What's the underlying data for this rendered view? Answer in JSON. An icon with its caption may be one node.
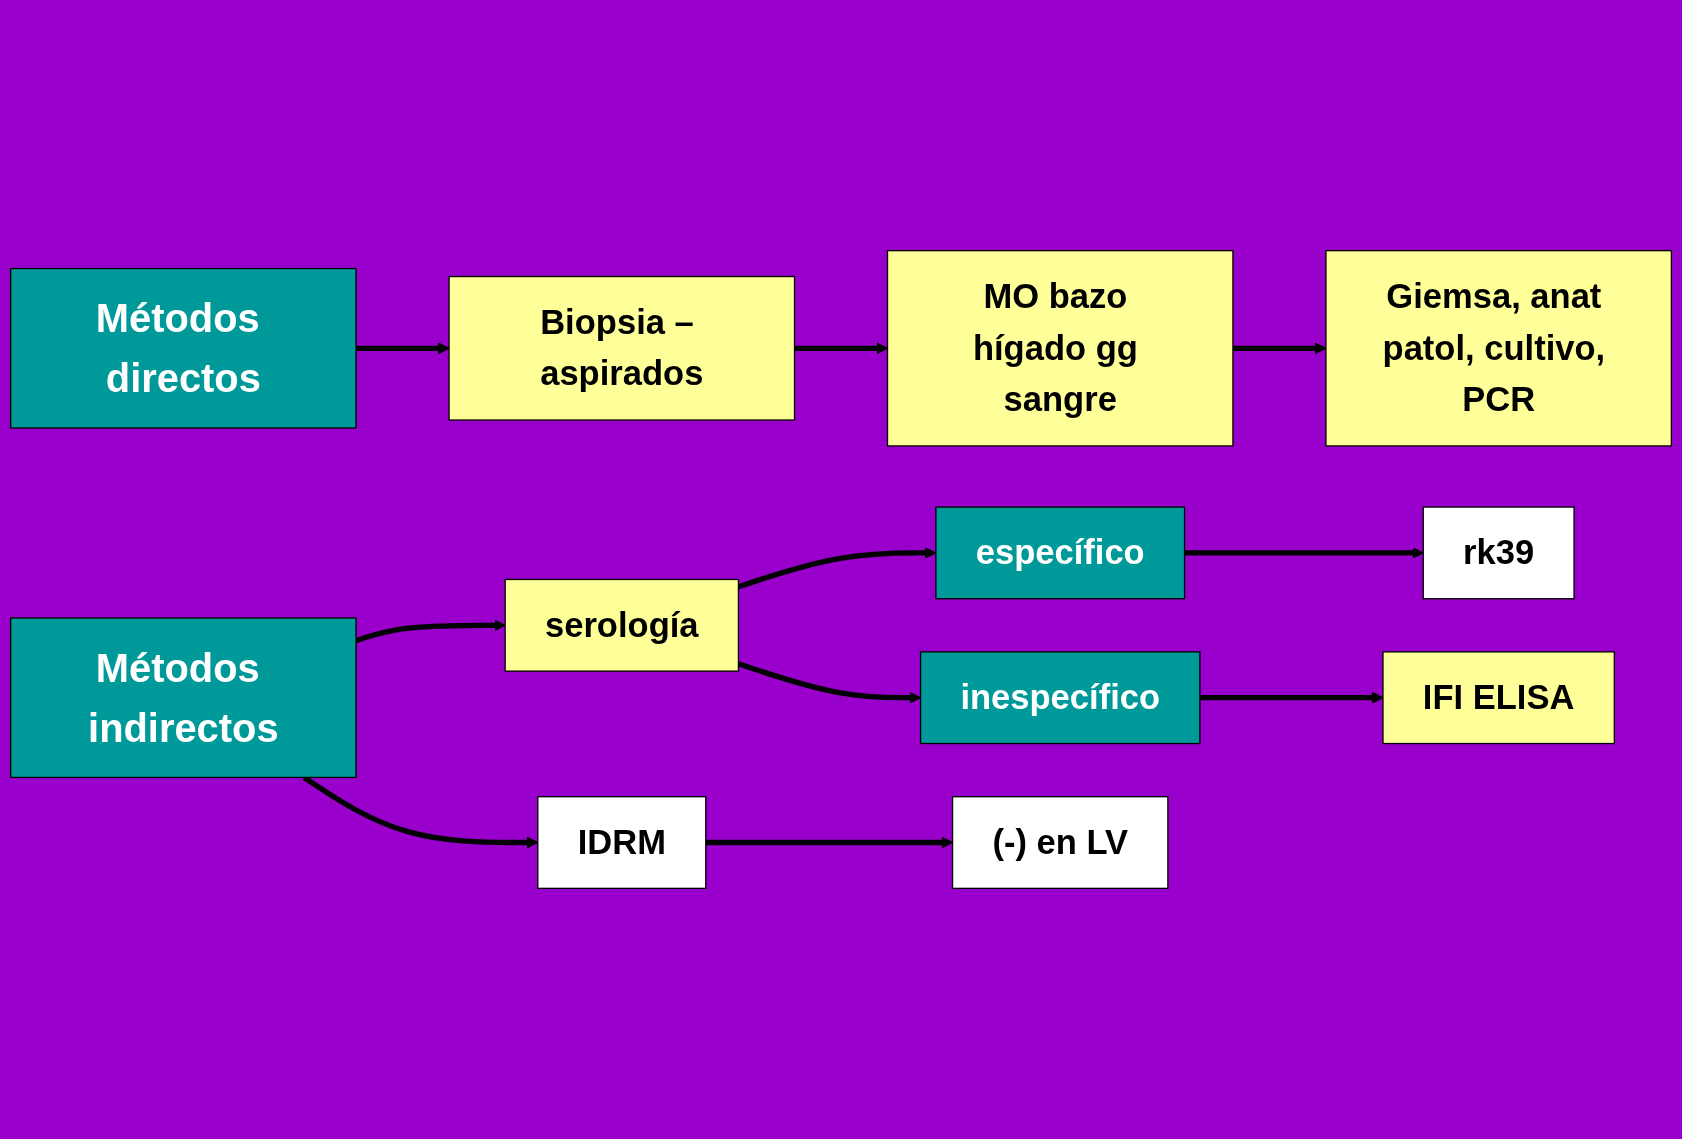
{
  "diagram": {
    "nodes": [
      {
        "text": [
          "Métodos directos"
        ]
      },
      {
        "text": [
          "Biopsia – aspirados"
        ]
      },
      {
        "text": [
          "MO bazo hígado gg sangre"
        ]
      },
      {
        "text": [
          "Giemsa, anat patol, cultivo, PCR"
        ]
      },
      {
        "text": [
          "Métodos indirectos"
        ]
      },
      {
        "text": [
          "serología"
        ]
      },
      {
        "text": [
          "específico"
        ]
      },
      {
        "text": [
          "rk39"
        ]
      },
      {
        "text": [
          "inespecífico"
        ]
      },
      {
        "text": [
          "IFI ELISA"
        ]
      },
      {
        "text": [
          "IDRM"
        ]
      },
      {
        "text": [
          "(-) en LV"
        ]
      }
    ],
    "edges": [
      {
        "from": 0,
        "to": 1,
        "arrow": "to"
      },
      {
        "from": 1,
        "to": 2,
        "arrow": "to"
      },
      {
        "from": 2,
        "to": 3,
        "arrow": "to"
      },
      {
        "from": 4,
        "to": 5,
        "arrow": "to"
      },
      {
        "from": 5,
        "to": 6,
        "arrow": "to"
      },
      {
        "from": 6,
        "to": 7,
        "arrow": "to"
      },
      {
        "from": 5,
        "to": 8,
        "arrow": "to"
      },
      {
        "from": 8,
        "to": 9,
        "arrow": "to"
      },
      {
        "from": 4,
        "to": 10,
        "arrow": "to"
      },
      {
        "from": 10,
        "to": 11,
        "arrow": "to"
      }
    ]
  }
}
